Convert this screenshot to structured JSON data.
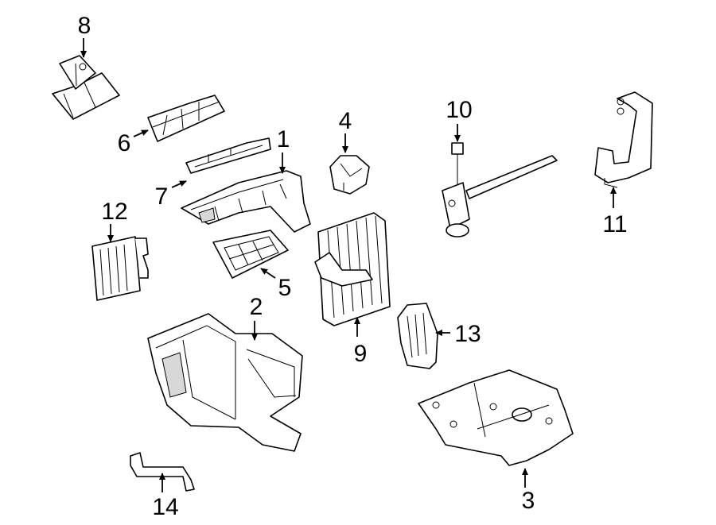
{
  "callouts": {
    "c1": "1",
    "c2": "2",
    "c3": "3",
    "c4": "4",
    "c5": "5",
    "c6": "6",
    "c7": "7",
    "c8": "8",
    "c9": "9",
    "c10": "10",
    "c11": "11",
    "c12": "12",
    "c13": "13",
    "c14": "14"
  },
  "colors": {
    "line": "#000000",
    "background": "#ffffff",
    "shade": "#d8d8d8"
  }
}
